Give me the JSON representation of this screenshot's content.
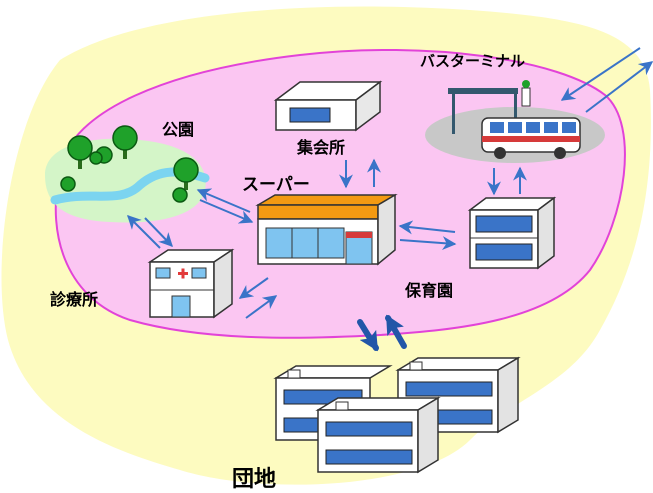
{
  "labels": {
    "park": "公園",
    "community_hall": "集会所",
    "bus_terminal": "バスターミナル",
    "supermarket": "スーパー",
    "clinic": "診療所",
    "nursery": "保育園",
    "housing": "団地"
  },
  "colors": {
    "outer_area": "#fdfbc0",
    "inner_area": "#fbc6f2",
    "inner_border": "#e243d8",
    "arrow": "#3a74c8",
    "thick_arrow": "#2256a8",
    "roof_orange": "#f39a12",
    "tree_green": "#1fa12a",
    "river": "#7bd4f0",
    "park_grass": "#d4f5c8"
  }
}
